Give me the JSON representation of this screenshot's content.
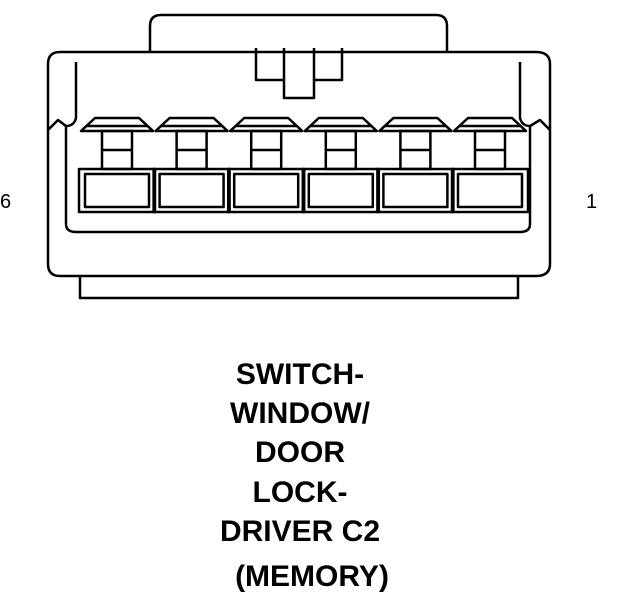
{
  "diagram": {
    "left_pin_label": "6",
    "right_pin_label": "1",
    "pin_count": 6,
    "caption_lines": [
      "SWITCH-",
      "WINDOW/",
      "DOOR",
      "LOCK-",
      "DRIVER C2",
      "(MEMORY)"
    ]
  }
}
